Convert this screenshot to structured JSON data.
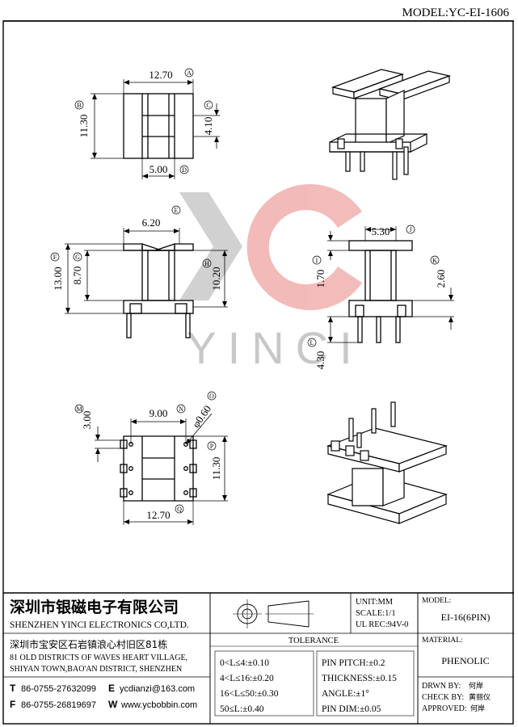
{
  "model_label": "MODEL:YC-EI-1606",
  "watermark": "YINCI",
  "dims": {
    "top_width": "12.70",
    "top_height": "11.30",
    "top_gap": "4.10",
    "top_bottom": "5.00",
    "mid_top": "6.20",
    "mid_overall": "13.00",
    "mid_inner": "8.70",
    "mid_winding": "10.20",
    "side_top": "5.30",
    "side_flange": "1.70",
    "side_base": "2.60",
    "side_pin": "4.30",
    "bot_pitch": "9.00",
    "bot_left": "3.00",
    "bot_hole": "φ0.60",
    "bot_height": "11.30",
    "bot_width": "12.70"
  },
  "callouts": [
    "A",
    "B",
    "C",
    "D",
    "E",
    "F",
    "G",
    "H",
    "J",
    "K",
    "I",
    "L",
    "M",
    "N",
    "O",
    "P",
    "Q"
  ],
  "title_block": {
    "company_cn": "深圳市银磁电子有限公司",
    "company_en": "SHENZHEN YINCI ELECTRONICS CO,LTD.",
    "address_cn": "深圳市宝安区石岩镇浪心村旧区81栋",
    "address_en1": "81 OLD DISTRICTS OF WAVES HEART VILLAGE,",
    "address_en2": "SHIYAN TOWN,BAO'AN DISTRICT, SHENZHEN",
    "tel_label": "T",
    "tel": "86-0755-27632099",
    "email_label": "E",
    "email": "ycdianzi@163.com",
    "fax_label": "F",
    "fax": "86-0755-26819697",
    "web_label": "W",
    "web": "www.ycbobbin.com",
    "unit": "UNIT:MM",
    "scale": "SCALE:1/1",
    "ul": "UL REC:94V-0",
    "tolerance_title": "TOLERANCE",
    "tolerances": [
      "0<L≤4:±0.10",
      "4<L≤16:±0.20",
      "16<L≤50:±0.30",
      "50≤L:±0.40"
    ],
    "other_tol": [
      "PIN PITCH:±0.2",
      "THICKNESS:±0.15",
      "ANGLE:±1°",
      "PIN DIM:±0.05"
    ],
    "model_label": "MODEL:",
    "model_value": "EI-16(6PIN)",
    "material_label": "MATERIAL:",
    "material_value": "PHENOLIC",
    "drawn_label": "DRWN BY:",
    "drawn_value": "何岸",
    "check_label": "CHECK BY:",
    "check_value": "黄丽仪",
    "approved_label": "APPROVED:",
    "approved_value": "何岸"
  }
}
